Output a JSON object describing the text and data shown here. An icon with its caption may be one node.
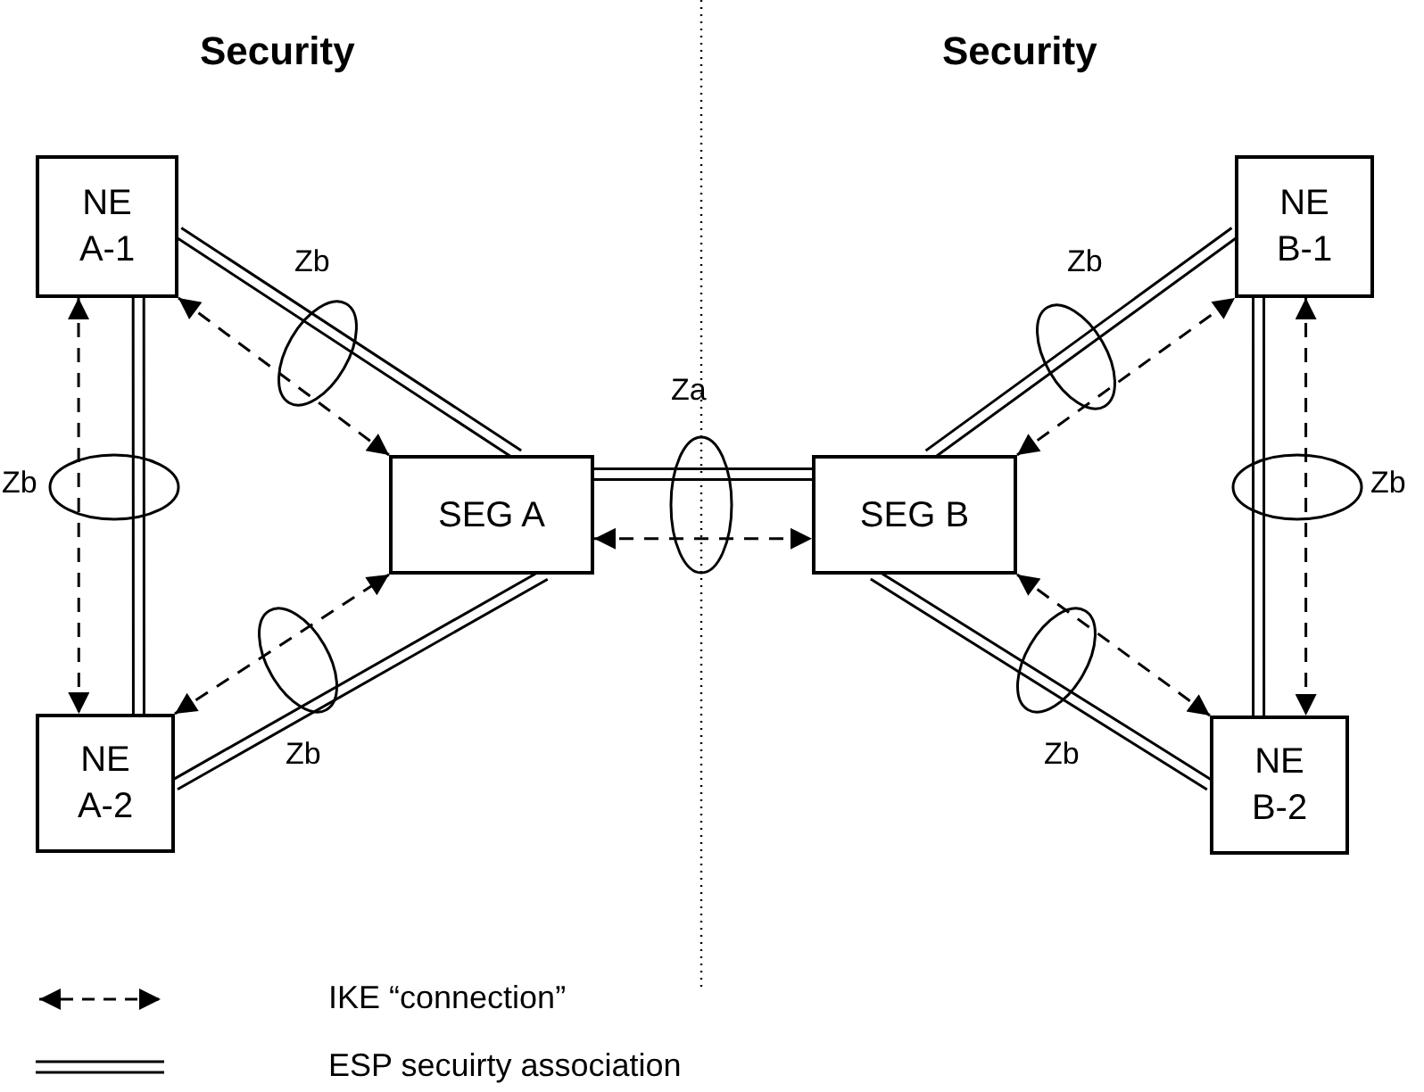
{
  "diagram": {
    "nodes": [
      {
        "text": [
          "NE A-1"
        ]
      },
      {
        "text": [
          "NE A-2"
        ]
      },
      {
        "text": [
          "SEG A"
        ]
      },
      {
        "text": [
          "SEG B"
        ]
      },
      {
        "text": [
          "NE B-1"
        ]
      },
      {
        "text": [
          "NE B-2"
        ]
      }
    ],
    "edges": [
      {
        "from": 0,
        "to": 2,
        "arrow": "none"
      },
      {
        "from": 0,
        "to": 2,
        "arrow": "both",
        "style": "dashed"
      },
      {
        "from": 0,
        "to": 1,
        "arrow": "none"
      },
      {
        "from": 0,
        "to": 1,
        "arrow": "both",
        "style": "dashed"
      },
      {
        "from": 1,
        "to": 2,
        "arrow": "none"
      },
      {
        "from": 1,
        "to": 2,
        "arrow": "both",
        "style": "dashed"
      },
      {
        "from": 2,
        "to": 3,
        "arrow": "none"
      },
      {
        "from": 2,
        "to": 3,
        "arrow": "both",
        "style": "dashed"
      },
      {
        "from": 3,
        "to": 4,
        "arrow": "none"
      },
      {
        "from": 3,
        "to": 4,
        "arrow": "both",
        "style": "dashed"
      },
      {
        "from": 4,
        "to": 5,
        "arrow": "none"
      },
      {
        "from": 4,
        "to": 5,
        "arrow": "both",
        "style": "dashed"
      },
      {
        "from": 3,
        "to": 5,
        "arrow": "none"
      },
      {
        "from": 3,
        "to": 5,
        "arrow": "both",
        "style": "dashed"
      }
    ],
    "labels": [
      "Security",
      "Security",
      "Zb",
      "Zb",
      "Za",
      "Zb",
      "Zb",
      "Zb",
      "Zb"
    ],
    "legend": [
      {
        "text": "IKE “connection”"
      },
      {
        "text": "ESP secuirty association"
      }
    ]
  }
}
